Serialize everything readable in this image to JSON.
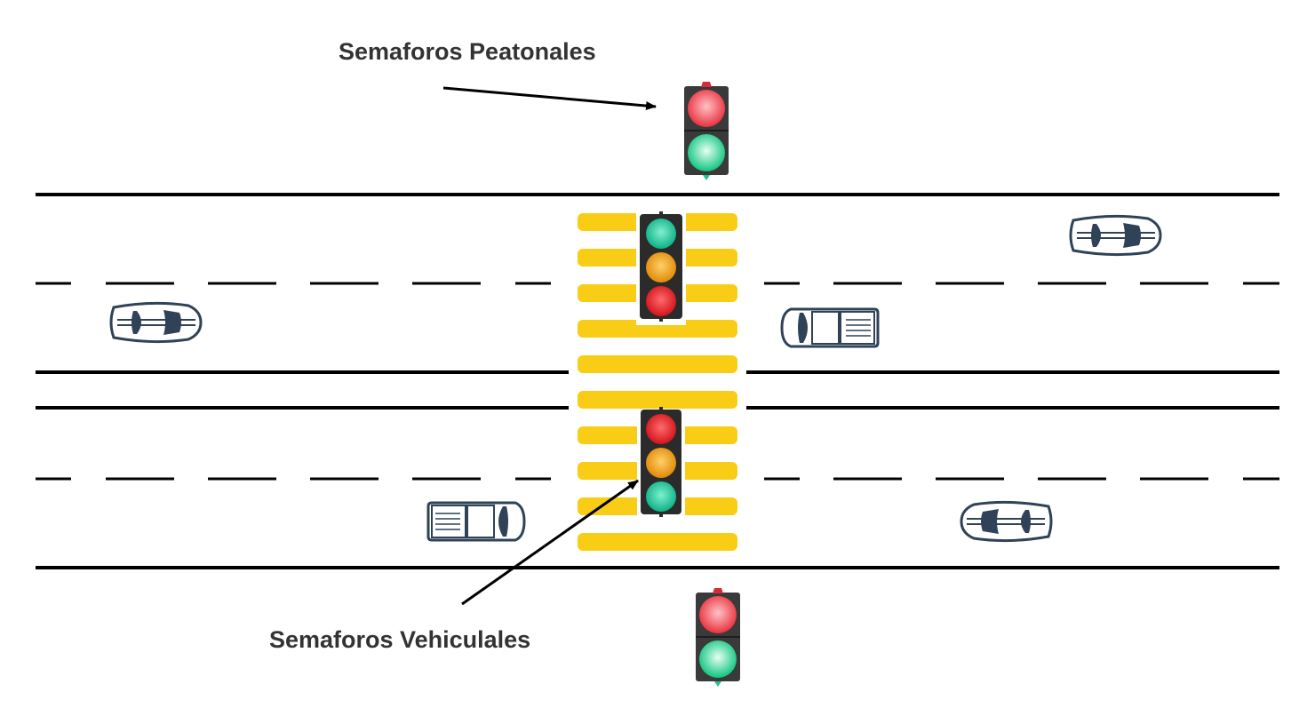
{
  "labels": {
    "pedestrian": "Semaforos Peatonales",
    "vehicular": "Semaforos Vehiculales"
  },
  "colors": {
    "road_line": "#000000",
    "crosswalk": "#f9cd16",
    "car_body": "#2f4258",
    "light_red": "#e8282e",
    "light_amber": "#f0a21c",
    "light_green": "#14c79b",
    "ped_red": "#f2434f",
    "ped_green": "#1fd18f",
    "housing": "#2b2b2b"
  },
  "vehicular_lights": [
    {
      "name": "vehicular-light-top",
      "order": [
        "green",
        "amber",
        "red"
      ]
    },
    {
      "name": "vehicular-light-bottom",
      "order": [
        "red",
        "amber",
        "green"
      ]
    }
  ],
  "pedestrian_lights": [
    {
      "name": "pedestrian-light-top",
      "order": [
        "red",
        "green"
      ]
    },
    {
      "name": "pedestrian-light-bottom",
      "order": [
        "red",
        "green"
      ]
    }
  ],
  "vehicles": [
    {
      "name": "sports-car-icon",
      "type": "sports",
      "facing": "right"
    },
    {
      "name": "sports-car-icon",
      "type": "sports",
      "facing": "right"
    },
    {
      "name": "pickup-truck-icon",
      "type": "pickup",
      "facing": "left"
    },
    {
      "name": "pickup-truck-icon",
      "type": "pickup",
      "facing": "right"
    },
    {
      "name": "sports-car-icon",
      "type": "sports",
      "facing": "left"
    }
  ]
}
